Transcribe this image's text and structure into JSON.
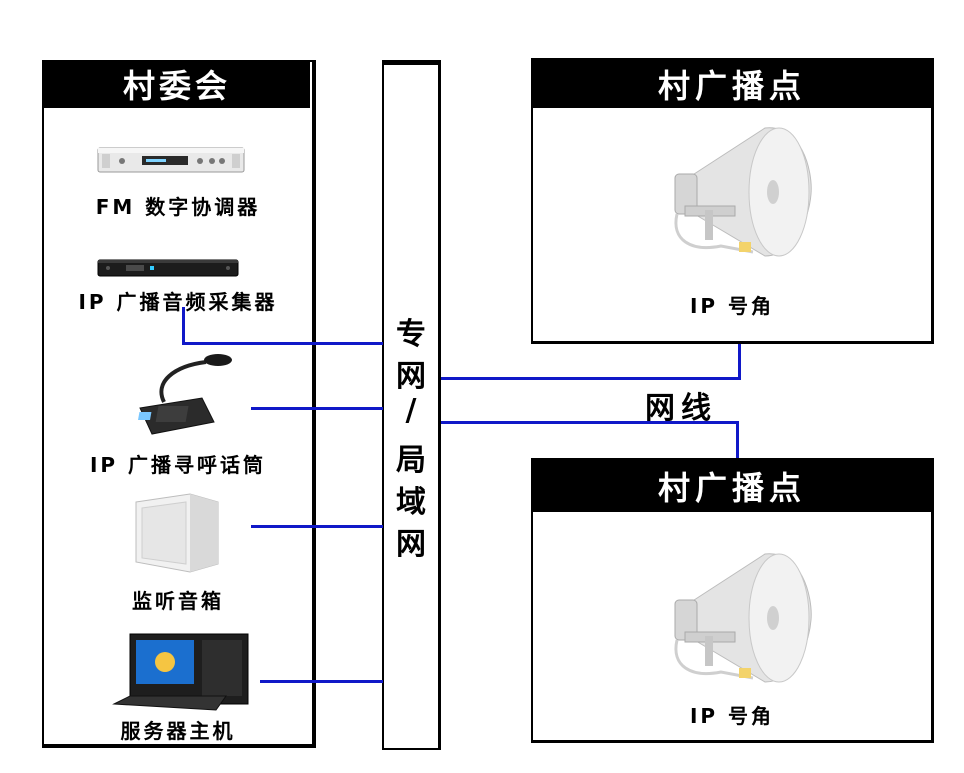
{
  "village_committee": {
    "title": "村委会",
    "devices": [
      {
        "label": "FM 数字协调器",
        "icon": "fm-coordinator-rack-icon"
      },
      {
        "label": "IP 广播音频采集器",
        "icon": "audio-collector-rack-icon"
      },
      {
        "label": "IP 广播寻呼话筒",
        "icon": "paging-microphone-icon"
      },
      {
        "label": "监听音箱",
        "icon": "monitor-speaker-icon"
      },
      {
        "label": "服务器主机",
        "icon": "server-host-icon"
      }
    ]
  },
  "network": {
    "chars": [
      "专",
      "网",
      "/",
      "局",
      "域",
      "网"
    ]
  },
  "cable_label": "网线",
  "broadcast_points": [
    {
      "title": "村广播点",
      "device_label": "IP 号角",
      "icon": "horn-speaker-icon"
    },
    {
      "title": "村广播点",
      "device_label": "IP 号角",
      "icon": "horn-speaker-icon"
    }
  ],
  "colors": {
    "wire_blue": "#1018c8",
    "header_black": "#000000",
    "header_text": "#ffffff"
  }
}
